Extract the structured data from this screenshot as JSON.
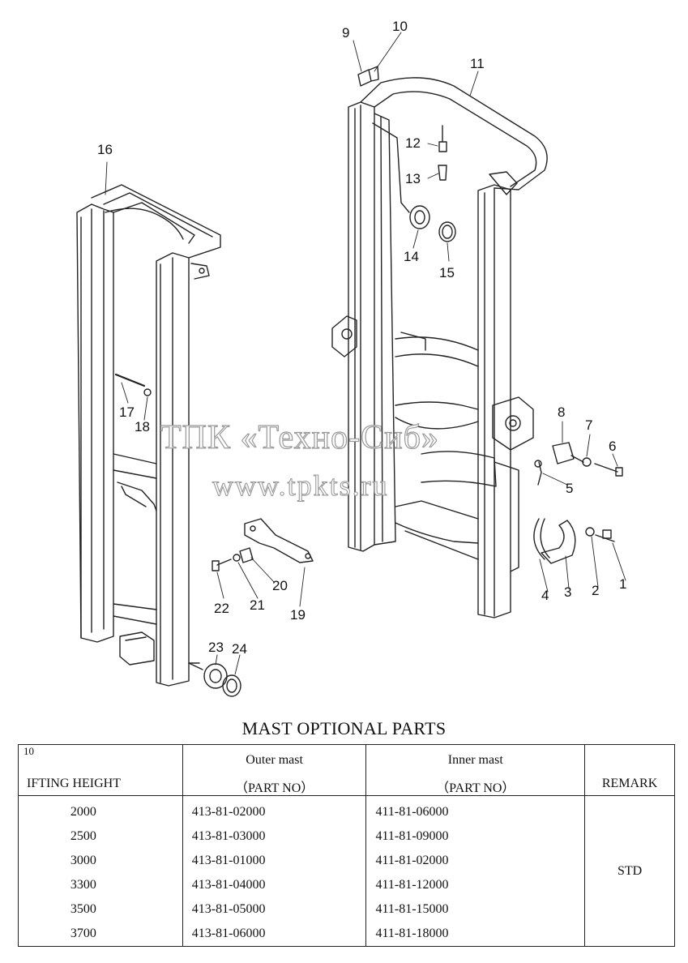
{
  "diagram": {
    "callouts": [
      "1",
      "2",
      "3",
      "4",
      "5",
      "6",
      "7",
      "8",
      "9",
      "10",
      "11",
      "12",
      "13",
      "14",
      "15",
      "16",
      "17",
      "18",
      "19",
      "20",
      "21",
      "22",
      "23",
      "24"
    ],
    "watermark_line1": "ТПК «Техно-Сиб»",
    "watermark_line2": "www.tpkts.ru"
  },
  "table": {
    "title": "MAST OPTIONAL PARTS",
    "header": {
      "lifting_small": "10",
      "lifting": "IFTING HEIGHT",
      "outer_top": "Outer mast",
      "outer_bottom": "（PART NO）",
      "inner_top": "Inner mast",
      "inner_bottom": "（PART NO）",
      "remark": "REMARK"
    },
    "rows": [
      {
        "height": "2000",
        "outer": "413-81-02000",
        "inner": "411-81-06000"
      },
      {
        "height": "2500",
        "outer": "413-81-03000",
        "inner": "411-81-09000"
      },
      {
        "height": "3000",
        "outer": "413-81-01000",
        "inner": "411-81-02000"
      },
      {
        "height": "3300",
        "outer": "413-81-04000",
        "inner": "411-81-12000"
      },
      {
        "height": "3500",
        "outer": "413-81-05000",
        "inner": "411-81-15000"
      },
      {
        "height": "3700",
        "outer": "413-81-06000",
        "inner": "411-81-18000"
      }
    ],
    "remark_value": "STD"
  }
}
